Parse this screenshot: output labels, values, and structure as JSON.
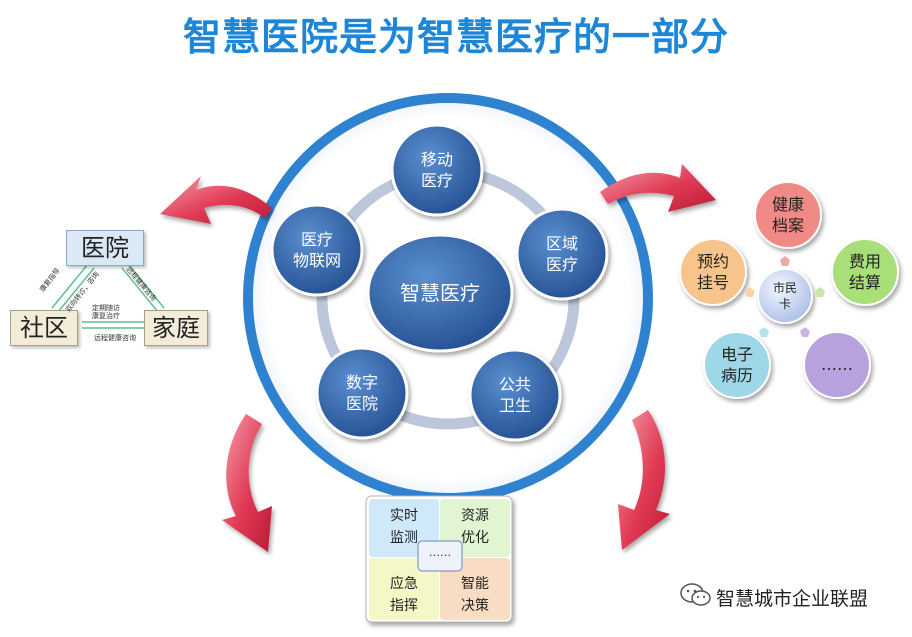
{
  "title": "智慧医院是为智慧医疗的一部分",
  "center": {
    "label": "智慧医疗",
    "nodes": [
      {
        "id": "mobile",
        "line1": "移动",
        "line2": "医疗"
      },
      {
        "id": "regional",
        "line1": "区域",
        "line2": "医疗"
      },
      {
        "id": "public",
        "line1": "公共",
        "line2": "卫生"
      },
      {
        "id": "digital",
        "line1": "数字",
        "line2": "医院"
      },
      {
        "id": "iot",
        "line1": "医疗",
        "line2": "物联网"
      }
    ]
  },
  "left_panel": {
    "hospital": "医院",
    "community": "社区",
    "family": "家庭",
    "small_labels": {
      "left_top": "康复指导",
      "left_bottom": "双向转诊，咨询",
      "right_top": "远程健康咨询",
      "middle_top1": "定期随访",
      "middle_top2": "康复治疗",
      "bottom": "远程健康咨询"
    }
  },
  "right_panel": {
    "center": {
      "line1": "市民",
      "line2": "卡"
    },
    "balls": [
      {
        "id": "health",
        "line1": "健康",
        "line2": "档案",
        "color": "#f08a86"
      },
      {
        "id": "fee",
        "line1": "费用",
        "line2": "结算",
        "color": "#a9df78"
      },
      {
        "id": "more",
        "line1": "……",
        "line2": "",
        "color": "#b8a2dd"
      },
      {
        "id": "emr",
        "line1": "电子",
        "line2": "病历",
        "color": "#9ed8e8"
      },
      {
        "id": "appointment",
        "line1": "预约",
        "line2": "挂号",
        "color": "#f7c48b"
      }
    ]
  },
  "bottom_panel": {
    "q1": {
      "line1": "实时",
      "line2": "监测"
    },
    "q2": {
      "line1": "资源",
      "line2": "优化"
    },
    "q3": {
      "line1": "应急",
      "line2": "指挥"
    },
    "q4": {
      "line1": "智能",
      "line2": "决策"
    },
    "center": "……"
  },
  "watermark": "智慧城市企业联盟",
  "colors": {
    "title": "#1e86d6",
    "ring": "#2f82cf",
    "node": "#2f64a8",
    "arrow": "#e03a54"
  }
}
